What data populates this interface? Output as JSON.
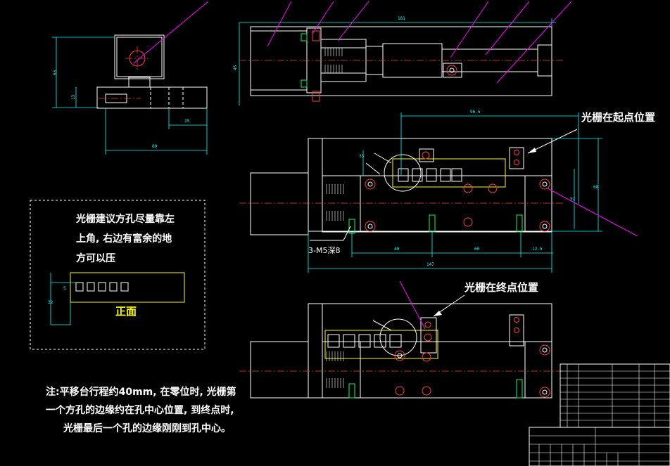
{
  "annotations": {
    "start_label": "光栅在起点位置",
    "end_label": "光栅在终点位置",
    "note_box": {
      "line1": "光栅建议方孔尽量靠左",
      "line2": "上角, 右边有富余的地",
      "line3": "方可以压",
      "face_label": "正面"
    },
    "footnote": {
      "line1": "注:平移台行程约40mm, 在零位时, 光栅第",
      "line2": "一个方孔的边缘约在孔中心位置, 到终点时,",
      "line3": "光栅最后一个孔的边缘刚刚到孔中心。"
    },
    "hole_callout": "3-M5深8"
  },
  "colors": {
    "background": "#000000",
    "outline": "#ffffff",
    "center_line": "#ff3b3b",
    "leader": "#ff00ff",
    "dimension": "#00ffff",
    "grating": "#ffff00",
    "hatch": "#00ff66"
  }
}
